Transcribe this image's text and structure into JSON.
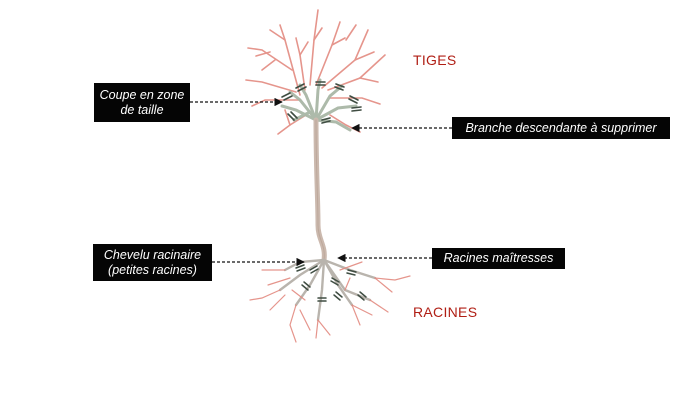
{
  "sections": {
    "top": "TIGES",
    "bottom": "RACINES"
  },
  "labels": {
    "coupe": [
      "Coupe en zone",
      "de taille"
    ],
    "branche": "Branche descendante à supprimer",
    "chevelu": [
      "Chevelu racinaire",
      "(petites racines)"
    ],
    "maitresses": "Racines maîtresses"
  },
  "colors": {
    "section_title": "#b01e14",
    "label_bg": "#050505",
    "label_text": "#ffffff",
    "twig_red": "#e38a80",
    "stem": "#cbb9ae",
    "cut_marks": "#4a5a4c"
  }
}
